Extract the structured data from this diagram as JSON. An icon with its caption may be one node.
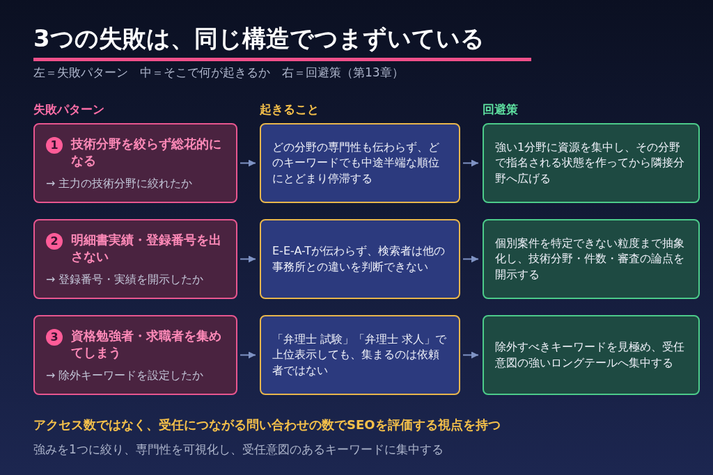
{
  "diagram": {
    "title": "3つの失敗は、同じ構造でつまずいている",
    "nodes": [
      {
        "text": [
          "1",
          "技術分野を絞らず総花的になる",
          "→ 主力の技術分野に絞れたか"
        ]
      },
      {
        "text": [
          "どの分野の専門性も伝わらず、どのキーワードでも中途半端な順位にとどまり停滞する"
        ]
      },
      {
        "text": [
          "強い1分野に資源を集中し、その分野で指名される状態を作ってから隣接分野へ広げる"
        ]
      },
      {
        "text": [
          "2",
          "明細書実績・登録番号を出さない",
          "→ 登録番号・実績を開示したか"
        ]
      },
      {
        "text": [
          "E-E-A-Tが伝わらず、検索者は他の事務所との違いを判断できない"
        ]
      },
      {
        "text": [
          "個別案件を特定できない粒度まで抽象化し、技術分野・件数・審査の論点を開示する"
        ]
      },
      {
        "text": [
          "3",
          "資格勉強者・求職者を集めてしまう",
          "→ 除外キーワードを設定したか"
        ]
      },
      {
        "text": [
          "「弁理士 試験」「弁理士 求人」で上位表示しても、集まるのは依頼者ではない"
        ]
      },
      {
        "text": [
          "除外すべきキーワードを見極め、受任意図の強いロングテールへ集中する"
        ]
      }
    ],
    "edges": [
      {
        "from": 0,
        "to": 1,
        "arrow": "to"
      },
      {
        "from": 1,
        "to": 2,
        "arrow": "to"
      },
      {
        "from": 3,
        "to": 4,
        "arrow": "to"
      },
      {
        "from": 4,
        "to": 5,
        "arrow": "to"
      },
      {
        "from": 6,
        "to": 7,
        "arrow": "to"
      },
      {
        "from": 7,
        "to": 8,
        "arrow": "to"
      }
    ],
    "labels": [
      "左＝失敗パターン　中＝そこで何が起きるか　右＝回避策（第13章）",
      "失敗パターン",
      "起きること",
      "回避策",
      "アクセス数ではなく、受任につながる問い合わせの数でSEOを評価する視点を持つ",
      "強みを1つに絞り、専門性を可視化し、受任意図のあるキーワードに集中する"
    ]
  }
}
